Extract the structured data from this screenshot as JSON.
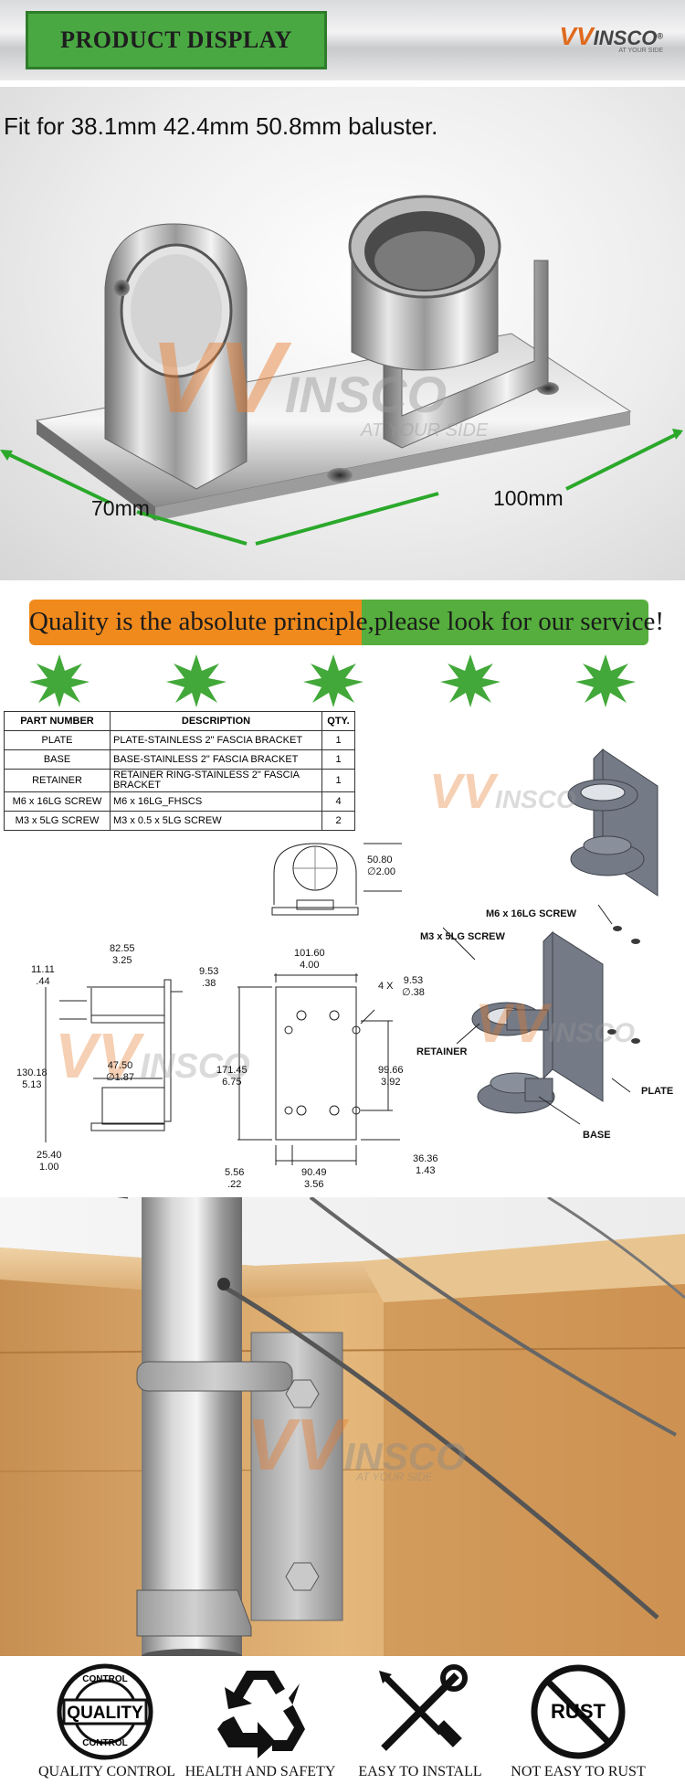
{
  "header": {
    "banner_title": "PRODUCT DISPLAY",
    "brand_mark": "VV",
    "brand_name": "INSCO",
    "brand_registered": "®",
    "brand_tagline": "AT YOUR SIDE"
  },
  "product_photo": {
    "caption": "Fit for 38.1mm 42.4mm 50.8mm baluster.",
    "dim_width": "70mm",
    "dim_length": "100mm",
    "watermark_name": "INSCO",
    "watermark_tagline": "AT YOUR SIDE"
  },
  "slogan": {
    "text": "Quality is the absolute principle,please look for our service!"
  },
  "parts_table": {
    "headers": [
      "PART NUMBER",
      "DESCRIPTION",
      "QTY."
    ],
    "rows": [
      {
        "part": "PLATE",
        "desc": "PLATE-STAINLESS 2\" FASCIA BRACKET",
        "qty": "1"
      },
      {
        "part": "BASE",
        "desc": "BASE-STAINLESS 2\" FASCIA BRACKET",
        "qty": "1"
      },
      {
        "part": "RETAINER",
        "desc": "RETAINER RING-STAINLESS 2\" FASCIA BRACKET",
        "qty": "1"
      },
      {
        "part": "M6 x 16LG SCREW",
        "desc": "M6 x 16LG_FHSCS",
        "qty": "4"
      },
      {
        "part": "M3 x 5LG SCREW",
        "desc": "M3 x 0.5 x 5LG SCREW",
        "qty": "2"
      }
    ]
  },
  "drawing": {
    "dims": {
      "top_dia_mm": "50.80",
      "top_dia_in": "∅2.00",
      "d1_mm": "82.55",
      "d1_in": "3.25",
      "d2_mm": "11.11",
      "d2_in": ".44",
      "d3_mm": "9.53",
      "d3_in": ".38",
      "d4_mm": "101.60",
      "d4_in": "4.00",
      "d5_mm": "9.53",
      "d5_in": "∅.38",
      "d5_prefix": "4 X",
      "d6_mm": "130.18",
      "d6_in": "5.13",
      "d7_mm": "47.50",
      "d7_in": "∅1.87",
      "d8_mm": "171.45",
      "d8_in": "6.75",
      "d9_mm": "99.66",
      "d9_in": "3.92",
      "d10_mm": "25.40",
      "d10_in": "1.00",
      "d11_mm": "36.36",
      "d11_in": "1.43",
      "d12_mm": "5.56",
      "d12_in": ".22",
      "d13_mm": "90.49",
      "d13_in": "3.56"
    },
    "callouts": {
      "m6": "M6 x 16LG SCREW",
      "m3": "M3 x 5LG SCREW",
      "retainer": "RETAINER",
      "plate": "PLATE",
      "base": "BASE"
    }
  },
  "footer": {
    "items": [
      {
        "label": "QUALITY CONTROL",
        "icon_text_top": "CONTROL",
        "icon_text_mid": "QUALITY",
        "icon_text_bottom": "CONTROL"
      },
      {
        "label": "HEALTH AND SAFETY"
      },
      {
        "label": "EASY TO INSTALL"
      },
      {
        "label": "NOT EASY TO RUST",
        "icon_text": "RUST"
      }
    ]
  },
  "colors": {
    "banner_green": "#4aa843",
    "slogan_orange": "#f08a1d",
    "slogan_green": "#55ae3d",
    "brand_orange": "#e06a1e",
    "star_green": "#43a83a",
    "model_grey": "#757b86"
  }
}
